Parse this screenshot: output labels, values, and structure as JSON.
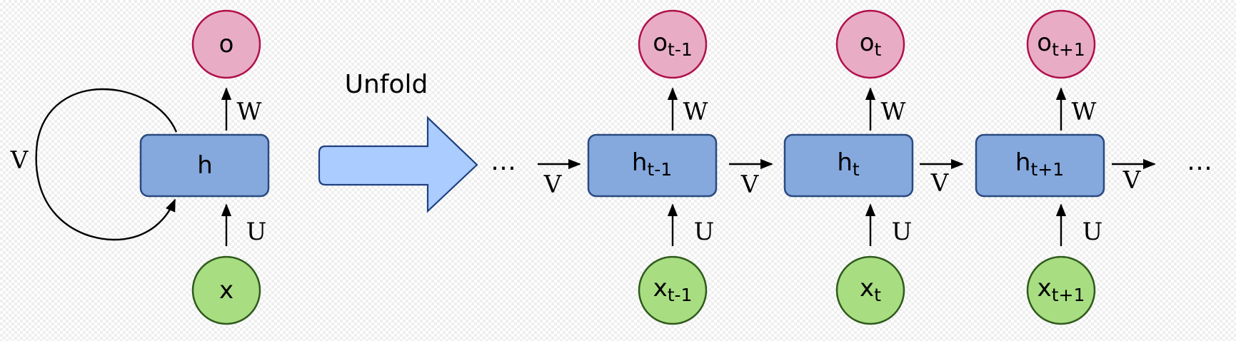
{
  "colors": {
    "output_fill": "#e8adc4",
    "output_stroke": "#b0104b",
    "hidden_fill": "#85a8dd",
    "hidden_stroke": "#2a4a80",
    "input_fill": "#a8dd82",
    "input_stroke": "#2f5a1c",
    "unfold_arrow_fill": "#aaccff",
    "unfold_arrow_stroke": "#1f4080"
  },
  "folded": {
    "output": "o",
    "hidden": "h",
    "input": "x",
    "w": "W",
    "u": "U",
    "v": "V"
  },
  "unfold_label": "Unfold",
  "steps": [
    {
      "output": "o",
      "output_sub": "t-1",
      "hidden": "h",
      "hidden_sub": "t-1",
      "input": "x",
      "input_sub": "t-1",
      "w": "W",
      "u": "U"
    },
    {
      "output": "o",
      "output_sub": "t",
      "hidden": "h",
      "hidden_sub": "t",
      "input": "x",
      "input_sub": "t",
      "w": "W",
      "u": "U"
    },
    {
      "output": "o",
      "output_sub": "t+1",
      "hidden": "h",
      "hidden_sub": "t+1",
      "input": "x",
      "input_sub": "t+1",
      "w": "W",
      "u": "U"
    }
  ],
  "v_labels": [
    "V",
    "V",
    "V",
    "V"
  ],
  "ellipsis_left": "…",
  "ellipsis_right": "…"
}
